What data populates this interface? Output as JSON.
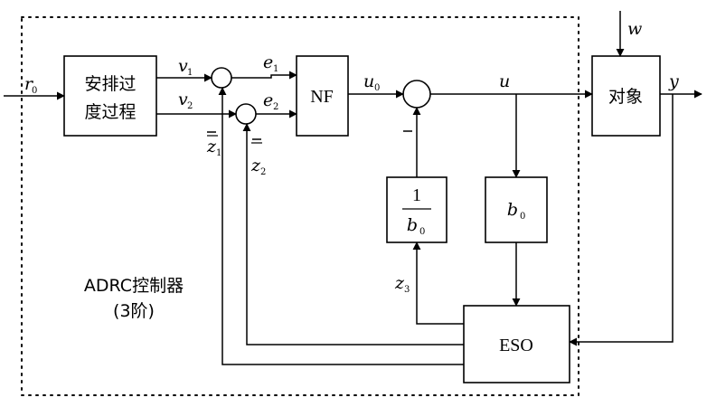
{
  "blocks": {
    "arrange_line1": "安排过",
    "arrange_line2": "度过程",
    "nf": "NF",
    "plant": "对象",
    "eso": "ESO",
    "inv_gain_num": "1",
    "inv_gain_den": "b",
    "inv_gain_den_sub": "0",
    "gain": "b",
    "gain_sub": "0"
  },
  "signals": {
    "r0": "r",
    "r0_sub": "0",
    "v1": "v",
    "v1_sub": "1",
    "v2": "v",
    "v2_sub": "2",
    "e1": "e",
    "e1_sub": "1",
    "e2": "e",
    "e2_sub": "2",
    "u0": "u",
    "u0_sub": "0",
    "u": "u",
    "y": "y",
    "w": "w",
    "z1": "z",
    "z1_sub": "1",
    "z2": "z",
    "z2_sub": "2",
    "z3": "z",
    "z3_sub": "3"
  },
  "controller": {
    "title": "ADRC控制器",
    "order": "(3阶)"
  }
}
